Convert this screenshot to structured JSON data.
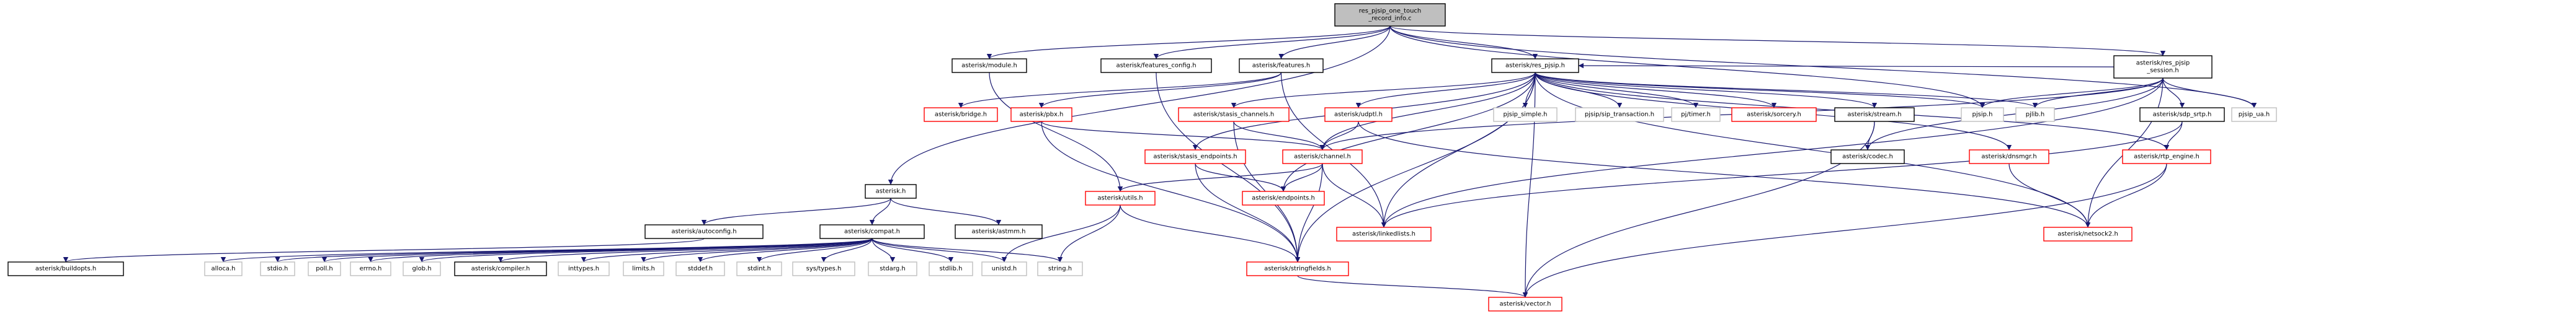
{
  "colors": {
    "root_fill": "#bfbfbf",
    "root_stroke": "#000000",
    "doc_fill": "#ffffff",
    "doc_stroke": "#000000",
    "sys_fill": "#ffffff",
    "sys_stroke": "#bfbfbf",
    "undoc_fill": "#ffffff",
    "undoc_stroke": "#ff0000",
    "edge": "#191970"
  },
  "nodes": [
    {
      "id": "root",
      "label": [
        "res_pjsip_one_touch",
        "_record_info.c"
      ],
      "style": "root"
    },
    {
      "id": "module",
      "label": [
        "asterisk/module.h"
      ],
      "style": "doc"
    },
    {
      "id": "features_config",
      "label": [
        "asterisk/features_config.h"
      ],
      "style": "doc"
    },
    {
      "id": "features",
      "label": [
        "asterisk/features.h"
      ],
      "style": "doc"
    },
    {
      "id": "res_pjsip",
      "label": [
        "asterisk/res_pjsip.h"
      ],
      "style": "doc"
    },
    {
      "id": "res_pjsip_session",
      "label": [
        "asterisk/res_pjsip",
        "_session.h"
      ],
      "style": "doc"
    },
    {
      "id": "pjsip_ua",
      "label": [
        "pjsip_ua.h"
      ],
      "style": "sys"
    },
    {
      "id": "asterisk_h",
      "label": [
        "asterisk.h"
      ],
      "style": "doc"
    },
    {
      "id": "bridge",
      "label": [
        "asterisk/bridge.h"
      ],
      "style": "undoc"
    },
    {
      "id": "pbx",
      "label": [
        "asterisk/pbx.h"
      ],
      "style": "undoc"
    },
    {
      "id": "stasis_channels",
      "label": [
        "asterisk/stasis_channels.h"
      ],
      "style": "undoc"
    },
    {
      "id": "udptl",
      "label": [
        "asterisk/udptl.h"
      ],
      "style": "undoc"
    },
    {
      "id": "pjsip_simple",
      "label": [
        "pjsip_simple.h"
      ],
      "style": "sys"
    },
    {
      "id": "pjsip_transaction",
      "label": [
        "pjsip/sip_transaction.h"
      ],
      "style": "sys"
    },
    {
      "id": "pj_timer",
      "label": [
        "pj/timer.h"
      ],
      "style": "sys"
    },
    {
      "id": "sorcery",
      "label": [
        "asterisk/sorcery.h"
      ],
      "style": "undoc"
    },
    {
      "id": "stream",
      "label": [
        "asterisk/stream.h"
      ],
      "style": "doc"
    },
    {
      "id": "pjsip_h",
      "label": [
        "pjsip.h"
      ],
      "style": "sys"
    },
    {
      "id": "pjlib",
      "label": [
        "pjlib.h"
      ],
      "style": "sys"
    },
    {
      "id": "sdp_srtp",
      "label": [
        "asterisk/sdp_srtp.h"
      ],
      "style": "doc"
    },
    {
      "id": "autoconfig",
      "label": [
        "asterisk/autoconfig.h"
      ],
      "style": "doc"
    },
    {
      "id": "compat",
      "label": [
        "asterisk/compat.h"
      ],
      "style": "doc"
    },
    {
      "id": "astmm",
      "label": [
        "asterisk/astmm.h"
      ],
      "style": "doc"
    },
    {
      "id": "stasis_endpoints",
      "label": [
        "asterisk/stasis_endpoints.h"
      ],
      "style": "undoc"
    },
    {
      "id": "channel",
      "label": [
        "asterisk/channel.h"
      ],
      "style": "undoc"
    },
    {
      "id": "codec",
      "label": [
        "asterisk/codec.h"
      ],
      "style": "doc"
    },
    {
      "id": "dnsmgr",
      "label": [
        "asterisk/dnsmgr.h"
      ],
      "style": "undoc"
    },
    {
      "id": "rtp_engine",
      "label": [
        "asterisk/rtp_engine.h"
      ],
      "style": "undoc"
    },
    {
      "id": "utils",
      "label": [
        "asterisk/utils.h"
      ],
      "style": "undoc"
    },
    {
      "id": "endpoints",
      "label": [
        "asterisk/endpoints.h"
      ],
      "style": "undoc"
    },
    {
      "id": "linkedlists",
      "label": [
        "asterisk/linkedlists.h"
      ],
      "style": "undoc"
    },
    {
      "id": "netsock2",
      "label": [
        "asterisk/netsock2.h"
      ],
      "style": "undoc"
    },
    {
      "id": "buildopts",
      "label": [
        "asterisk/buildopts.h"
      ],
      "style": "doc"
    },
    {
      "id": "alloca",
      "label": [
        "alloca.h"
      ],
      "style": "sys"
    },
    {
      "id": "stdio",
      "label": [
        "stdio.h"
      ],
      "style": "sys"
    },
    {
      "id": "poll",
      "label": [
        "poll.h"
      ],
      "style": "sys"
    },
    {
      "id": "errno",
      "label": [
        "errno.h"
      ],
      "style": "sys"
    },
    {
      "id": "glob",
      "label": [
        "glob.h"
      ],
      "style": "sys"
    },
    {
      "id": "compiler",
      "label": [
        "asterisk/compiler.h"
      ],
      "style": "doc"
    },
    {
      "id": "inttypes",
      "label": [
        "inttypes.h"
      ],
      "style": "sys"
    },
    {
      "id": "limits",
      "label": [
        "limits.h"
      ],
      "style": "sys"
    },
    {
      "id": "stddef",
      "label": [
        "stddef.h"
      ],
      "style": "sys"
    },
    {
      "id": "stdint",
      "label": [
        "stdint.h"
      ],
      "style": "sys"
    },
    {
      "id": "systypes",
      "label": [
        "sys/types.h"
      ],
      "style": "sys"
    },
    {
      "id": "stdarg",
      "label": [
        "stdarg.h"
      ],
      "style": "sys"
    },
    {
      "id": "stdlib",
      "label": [
        "stdlib.h"
      ],
      "style": "sys"
    },
    {
      "id": "unistd",
      "label": [
        "unistd.h"
      ],
      "style": "sys"
    },
    {
      "id": "string",
      "label": [
        "string.h"
      ],
      "style": "sys"
    },
    {
      "id": "stringfields",
      "label": [
        "asterisk/stringfields.h"
      ],
      "style": "undoc"
    },
    {
      "id": "vector",
      "label": [
        "asterisk/vector.h"
      ],
      "style": "undoc"
    }
  ],
  "edges": [
    [
      "root",
      "module"
    ],
    [
      "root",
      "features_config"
    ],
    [
      "root",
      "features"
    ],
    [
      "root",
      "res_pjsip"
    ],
    [
      "root",
      "res_pjsip_session"
    ],
    [
      "root",
      "pjsip_ua"
    ],
    [
      "root",
      "asterisk_h"
    ],
    [
      "root",
      "pjsip_h"
    ],
    [
      "module",
      "utils"
    ],
    [
      "features_config",
      "stringfields"
    ],
    [
      "features",
      "bridge"
    ],
    [
      "features",
      "pbx"
    ],
    [
      "features",
      "linkedlists"
    ],
    [
      "res_pjsip",
      "stasis_channels"
    ],
    [
      "res_pjsip",
      "udptl"
    ],
    [
      "res_pjsip",
      "pjsip_simple"
    ],
    [
      "res_pjsip",
      "pjsip_transaction"
    ],
    [
      "res_pjsip",
      "pj_timer"
    ],
    [
      "res_pjsip",
      "sorcery"
    ],
    [
      "res_pjsip",
      "stream"
    ],
    [
      "res_pjsip",
      "pjsip_h"
    ],
    [
      "res_pjsip",
      "pjlib"
    ],
    [
      "res_pjsip",
      "stasis_endpoints"
    ],
    [
      "res_pjsip",
      "channel"
    ],
    [
      "res_pjsip",
      "endpoints"
    ],
    [
      "res_pjsip",
      "linkedlists"
    ],
    [
      "res_pjsip",
      "netsock2"
    ],
    [
      "res_pjsip",
      "dnsmgr"
    ],
    [
      "res_pjsip",
      "rtp_engine"
    ],
    [
      "res_pjsip",
      "stringfields"
    ],
    [
      "res_pjsip",
      "vector"
    ],
    [
      "res_pjsip_session",
      "res_pjsip"
    ],
    [
      "res_pjsip_session",
      "sdp_srtp"
    ],
    [
      "res_pjsip_session",
      "pjlib"
    ],
    [
      "res_pjsip_session",
      "pjsip_ua"
    ],
    [
      "res_pjsip_session",
      "pjsip_h"
    ],
    [
      "res_pjsip_session",
      "channel"
    ],
    [
      "res_pjsip_session",
      "linkedlists"
    ],
    [
      "res_pjsip_session",
      "netsock2"
    ],
    [
      "res_pjsip_session",
      "codec"
    ],
    [
      "asterisk_h",
      "autoconfig"
    ],
    [
      "asterisk_h",
      "compat"
    ],
    [
      "asterisk_h",
      "astmm"
    ],
    [
      "autoconfig",
      "buildopts"
    ],
    [
      "compat",
      "alloca"
    ],
    [
      "compat",
      "stdio"
    ],
    [
      "compat",
      "poll"
    ],
    [
      "compat",
      "errno"
    ],
    [
      "compat",
      "glob"
    ],
    [
      "compat",
      "compiler"
    ],
    [
      "compat",
      "inttypes"
    ],
    [
      "compat",
      "limits"
    ],
    [
      "compat",
      "stddef"
    ],
    [
      "compat",
      "stdint"
    ],
    [
      "compat",
      "systypes"
    ],
    [
      "compat",
      "stdarg"
    ],
    [
      "compat",
      "stdlib"
    ],
    [
      "compat",
      "unistd"
    ],
    [
      "compat",
      "string"
    ],
    [
      "pbx",
      "channel"
    ],
    [
      "pbx",
      "stringfields"
    ],
    [
      "stasis_channels",
      "channel"
    ],
    [
      "stasis_channels",
      "stringfields"
    ],
    [
      "udptl",
      "channel"
    ],
    [
      "udptl",
      "netsock2"
    ],
    [
      "stream",
      "codec"
    ],
    [
      "stream",
      "vector"
    ],
    [
      "sdp_srtp",
      "rtp_engine"
    ],
    [
      "sdp_srtp",
      "linkedlists"
    ],
    [
      "stasis_endpoints",
      "endpoints"
    ],
    [
      "stasis_endpoints",
      "stringfields"
    ],
    [
      "channel",
      "utils"
    ],
    [
      "channel",
      "endpoints"
    ],
    [
      "channel",
      "linkedlists"
    ],
    [
      "channel",
      "stringfields"
    ],
    [
      "dnsmgr",
      "netsock2"
    ],
    [
      "rtp_engine",
      "netsock2"
    ],
    [
      "rtp_engine",
      "vector"
    ],
    [
      "utils",
      "unistd"
    ],
    [
      "utils",
      "string"
    ],
    [
      "utils",
      "stringfields"
    ],
    [
      "stringfields",
      "vector"
    ]
  ]
}
